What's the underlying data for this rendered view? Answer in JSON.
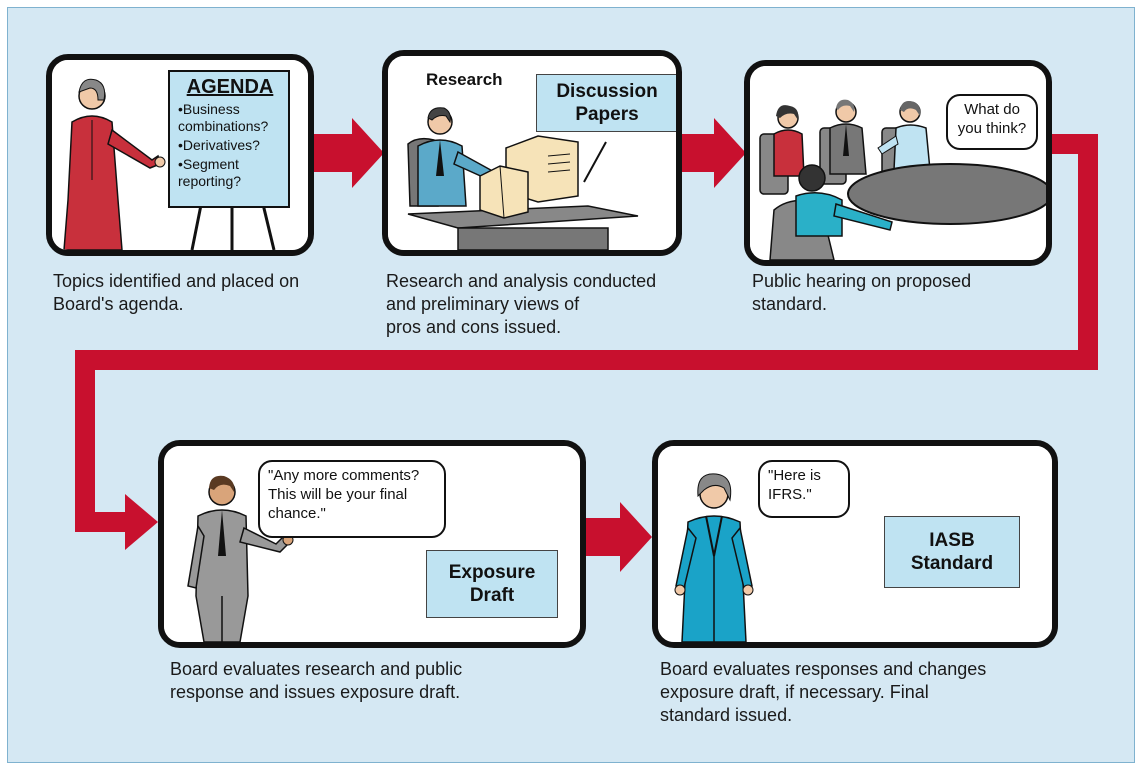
{
  "colors": {
    "background": "#d5e8f3",
    "arrow": "#c8102e",
    "tag": "#bfe3f2",
    "panel_border": "#111111"
  },
  "step1": {
    "agenda_title": "AGENDA",
    "agenda_items": [
      "•Business\ncombinations?",
      "•Derivatives?",
      "•Segment\nreporting?"
    ],
    "caption": "Topics identified and placed on\nBoard's agenda."
  },
  "step2": {
    "label": "Research",
    "tag": "Discussion\nPapers",
    "caption": "Research and analysis conducted\nand preliminary views of\npros and cons issued."
  },
  "step3": {
    "bubble": "What do\nyou think?",
    "caption": "Public hearing on proposed\nstandard."
  },
  "step4": {
    "bubble": "\"Any more comments?\nThis will be your final\nchance.\"",
    "tag": "Exposure\nDraft",
    "caption": "Board evaluates research and public\nresponse and issues exposure draft."
  },
  "step5": {
    "bubble": "\"Here is\nIFRS.\"",
    "tag": "IASB\nStandard",
    "caption": "Board evaluates responses and changes\nexposure draft, if necessary. Final\nstandard issued."
  }
}
